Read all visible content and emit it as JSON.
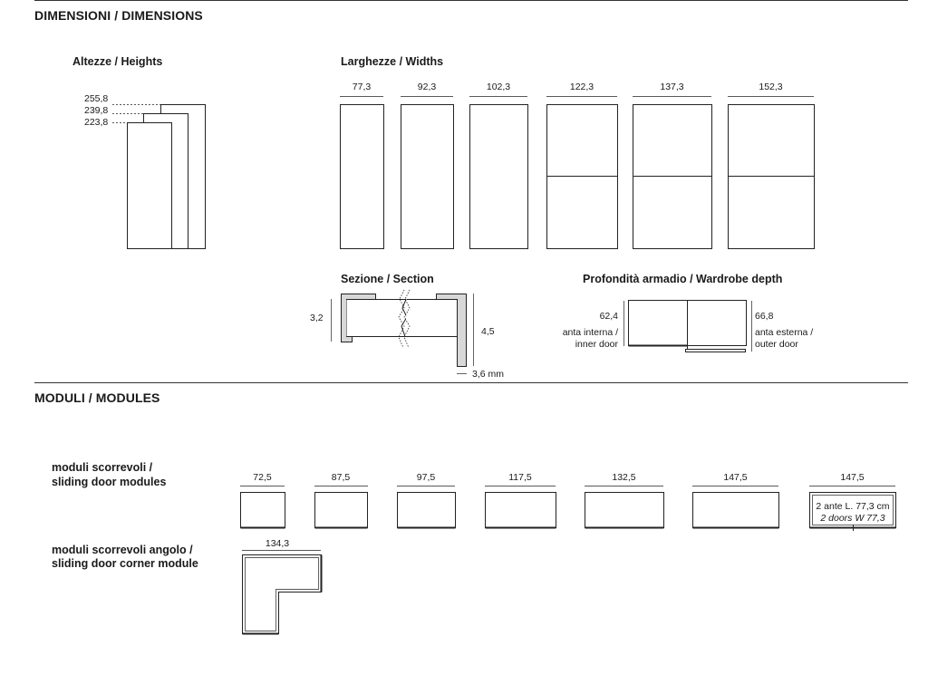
{
  "sections": {
    "dimensions": {
      "title": "DIMENSIONI / DIMENSIONS",
      "heights": {
        "title": "Altezze  / Heights",
        "values": [
          "255,8",
          "239,8",
          "223,8"
        ]
      },
      "widths": {
        "title": "Larghezze / Widths",
        "values": [
          "77,3",
          "92,3",
          "102,3",
          "122,3",
          "137,3",
          "152,3"
        ]
      },
      "section": {
        "title": "Sezione / Section",
        "left_dim": "3,2",
        "right_dim": "4,5",
        "bottom_dim": "3,6 mm"
      },
      "depth": {
        "title": "Profondità armadio  / Wardrobe depth",
        "inner_value": "62,4",
        "inner_label_1": "anta interna /",
        "inner_label_2": "inner door",
        "outer_value": "66,8",
        "outer_label_1": "anta esterna /",
        "outer_label_2": "outer  door"
      }
    },
    "modules": {
      "title": "MODULI  / MODULES",
      "sliding": {
        "title_1": "moduli scorrevoli /",
        "title_2": "sliding door modules",
        "values": [
          "72,5",
          "87,5",
          "97,5",
          "117,5",
          "132,5",
          "147,5",
          "147,5"
        ],
        "note_1": "2 ante L. 77,3 cm",
        "note_2": "2 doors W 77,3"
      },
      "corner": {
        "title_1": "moduli scorrevoli angolo /",
        "title_2": "sliding door corner module",
        "value": "134,3"
      }
    }
  }
}
